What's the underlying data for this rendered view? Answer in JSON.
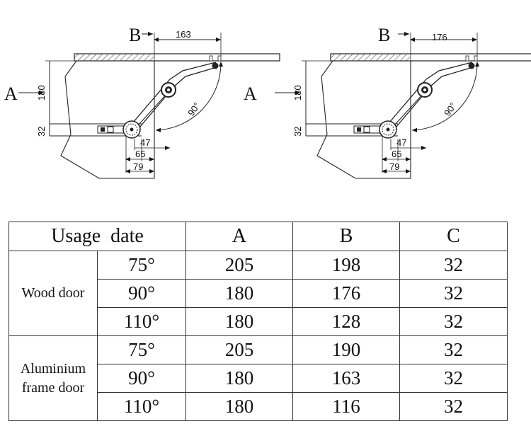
{
  "diagram_left": {
    "label_a": "A",
    "label_b": "B",
    "dim_b": "163",
    "dim_height": "180",
    "dim_c": "32",
    "dim_47": "47",
    "dim_65": "65",
    "dim_79": "79",
    "angle": "90°"
  },
  "diagram_right": {
    "label_a": "A",
    "label_b": "B",
    "dim_b": "176",
    "dim_height": "180",
    "dim_c": "32",
    "dim_47": "47",
    "dim_65": "65",
    "dim_79": "79",
    "angle": "90°"
  },
  "table": {
    "header": {
      "usage": "Usage  date",
      "a": "A",
      "b": "B",
      "c": "C"
    },
    "groups": [
      {
        "name_line1": "Wood door",
        "name_line2": "",
        "rows": [
          {
            "angle": "75°",
            "a": "205",
            "b": "198",
            "c": "32"
          },
          {
            "angle": "90°",
            "a": "180",
            "b": "176",
            "c": "32"
          },
          {
            "angle": "110°",
            "a": "180",
            "b": "128",
            "c": "32"
          }
        ]
      },
      {
        "name_line1": "Aluminium",
        "name_line2": "frame door",
        "rows": [
          {
            "angle": "75°",
            "a": "205",
            "b": "190",
            "c": "32"
          },
          {
            "angle": "90°",
            "a": "180",
            "b": "163",
            "c": "32"
          },
          {
            "angle": "110°",
            "a": "180",
            "b": "116",
            "c": "32"
          }
        ]
      }
    ]
  }
}
